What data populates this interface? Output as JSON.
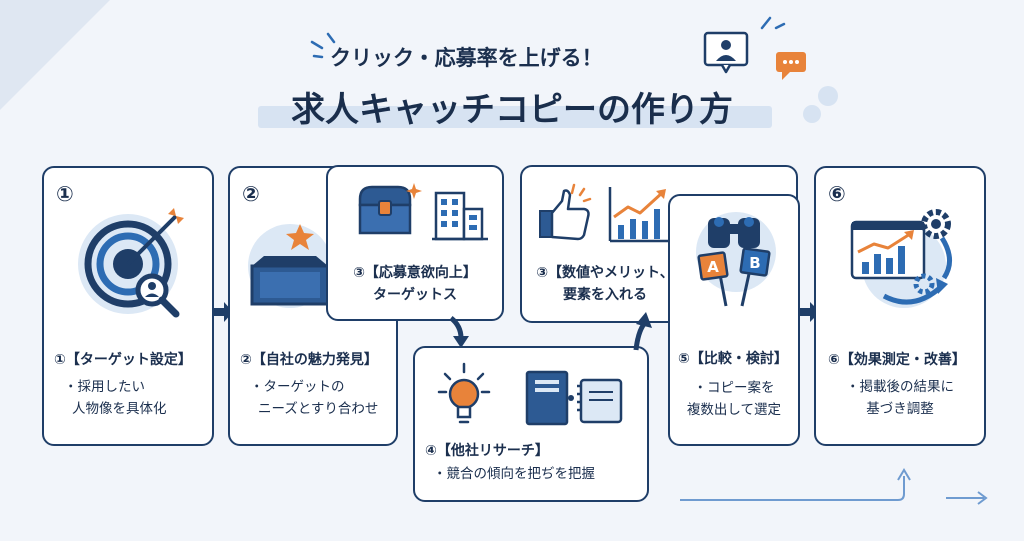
{
  "header": {
    "subtitle": "クリック・応募率を上げる！",
    "title": "求人キャッチコピーの作り方"
  },
  "steps": [
    {
      "num": "①",
      "title": "①【ターゲット設定】",
      "desc": [
        "・採用したい",
        "人物像を具体化"
      ]
    },
    {
      "num": "②",
      "title": "②【自社の魅力発見】",
      "desc": [
        "・ターゲットの",
        "ニーズとすり合わせ"
      ]
    },
    {
      "title_lines": [
        "③【応募意欲向上】",
        "ターゲットス"
      ]
    },
    {
      "title": "④【他社リサーチ】",
      "desc": [
        "・競合の傾向を把ぢを把握"
      ]
    },
    {
      "title_lines": [
        "③【数値やメリット、",
        "要素を入れる"
      ]
    },
    {
      "title": "⑤【比較・検討】",
      "desc": [
        "・コピー案を",
        "複数出して選定"
      ]
    },
    {
      "num": "⑥",
      "title": "⑥【効果測定・改善】",
      "desc": [
        "・掲載後の結果に",
        "基づき調整"
      ]
    }
  ],
  "icons": {
    "ab_a": "A",
    "ab_b": "B"
  },
  "colors": {
    "navy": "#1f3e68",
    "accent_orange": "#e8833a",
    "light_blue": "#dce8f5",
    "background": "#f2f5fa"
  }
}
